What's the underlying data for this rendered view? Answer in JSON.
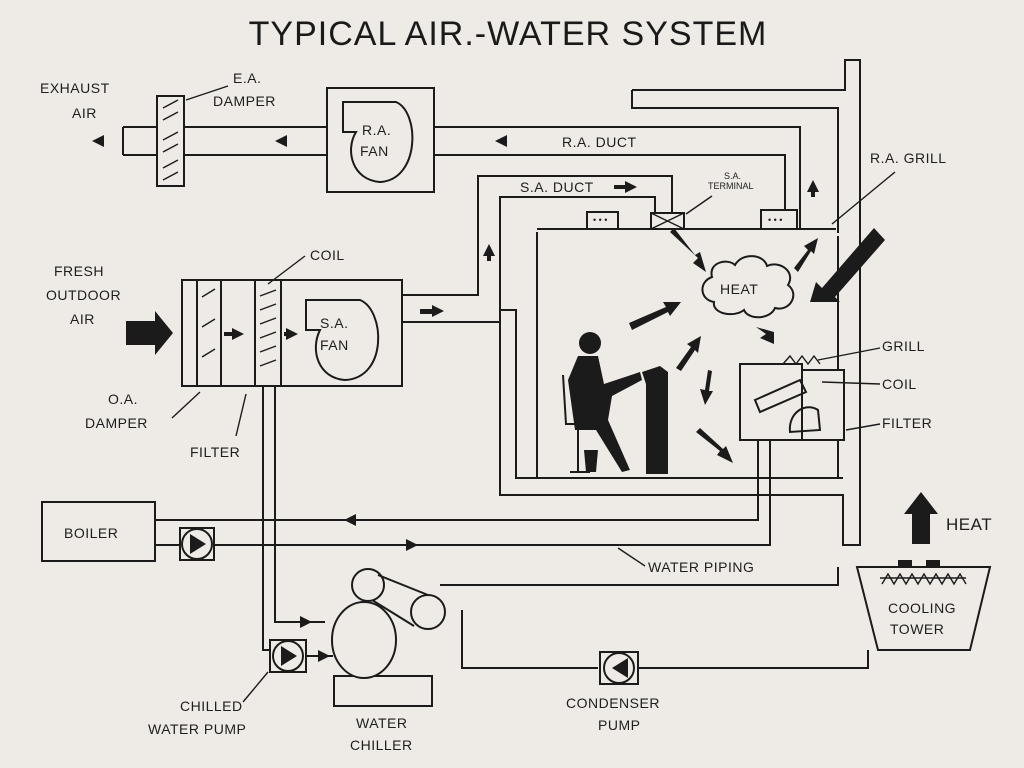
{
  "title": "TYPICAL AIR.-WATER SYSTEM",
  "labels": {
    "exhaust_air": [
      "EXHAUST",
      "AIR"
    ],
    "ea_damper": [
      "E.A.",
      "DAMPER"
    ],
    "ra_fan": [
      "R.A.",
      "FAN"
    ],
    "ra_duct": "R.A. DUCT",
    "sa_duct": "S.A. DUCT",
    "sa_terminal": [
      "S.A.",
      "TERMINAL"
    ],
    "ra_grill": "R.A. GRILL",
    "fresh_outdoor_air": [
      "FRESH",
      "OUTDOOR",
      "AIR"
    ],
    "coil_top": "COIL",
    "sa_fan": [
      "S.A.",
      "FAN"
    ],
    "heat_cloud": "HEAT",
    "oa_damper": [
      "O.A.",
      "DAMPER"
    ],
    "filter_left": "FILTER",
    "grill": "GRILL",
    "coil_right": "COIL",
    "filter_right": "FILTER",
    "heat_top": "HEAT",
    "boiler": "BOILER",
    "water_piping": "WATER PIPING",
    "cooling_tower": [
      "COOLING",
      "TOWER"
    ],
    "chilled_water_pump": [
      "CHILLED",
      "WATER PUMP"
    ],
    "water_chiller": [
      "WATER",
      "CHILLER"
    ],
    "condenser_pump": [
      "CONDENSER",
      "PUMP"
    ]
  },
  "colors": {
    "ink": "#1b1b1b",
    "paper": "#eeebe6"
  }
}
